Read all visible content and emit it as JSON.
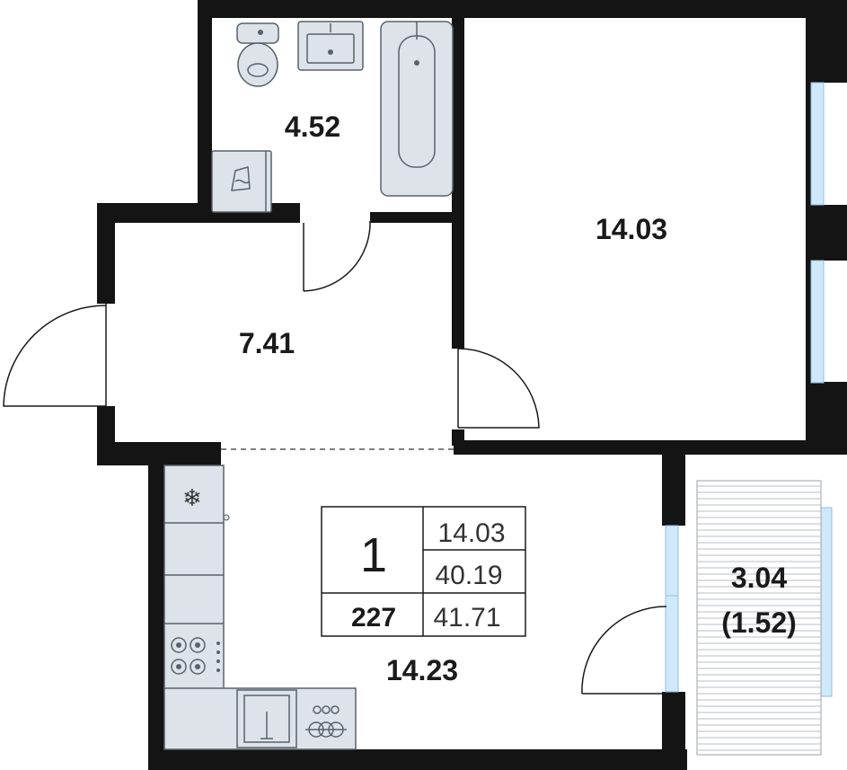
{
  "plan": {
    "rooms": [
      {
        "id": "bathroom",
        "area": "4.52"
      },
      {
        "id": "bedroom",
        "area": "14.03"
      },
      {
        "id": "hallway",
        "area": "7.41"
      },
      {
        "id": "kitchen",
        "area": "14.23"
      },
      {
        "id": "balcony",
        "area": "3.04",
        "reduced": "(1.52)"
      }
    ],
    "summary": {
      "rooms": "1",
      "living_area": "14.03",
      "total_area": "40.19",
      "number": "227",
      "total_with_balcony": "41.71"
    },
    "colors": {
      "wall": "#141414",
      "fixture": "#dde3e8",
      "window": "#cfe8fa",
      "background": "#ffffff"
    },
    "icons": [
      "toilet-icon",
      "sink-icon",
      "bathtub-icon",
      "washing-machine-icon",
      "fridge-icon",
      "stove-icon",
      "kitchen-sink-icon",
      "dishwasher-icon"
    ]
  }
}
